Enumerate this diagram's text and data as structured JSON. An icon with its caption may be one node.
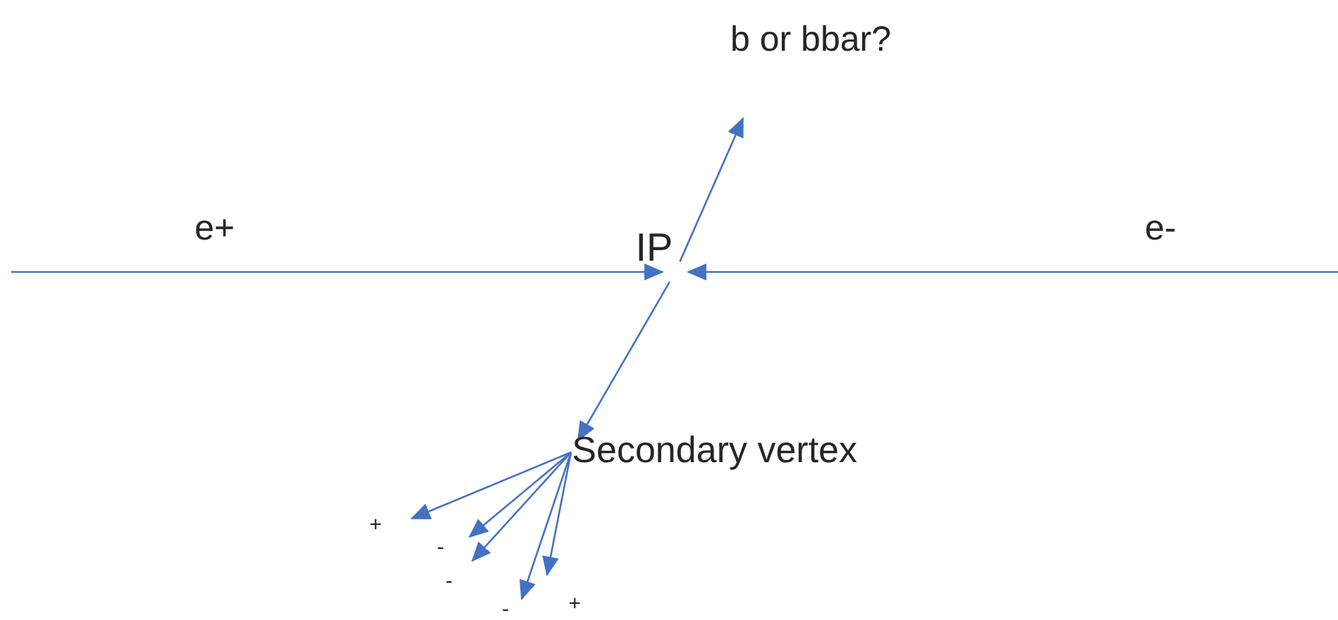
{
  "diagram": {
    "nodes": [
      {
        "text": [
          "b or bbar?"
        ]
      },
      {
        "text": [
          "IP"
        ]
      },
      {
        "text": [
          "Secondary vertex"
        ]
      },
      {
        "text": [
          "+"
        ]
      },
      {
        "text": [
          "-"
        ]
      },
      {
        "text": [
          "-"
        ]
      },
      {
        "text": [
          "+"
        ]
      },
      {
        "text": [
          "-"
        ]
      }
    ],
    "edges": [
      {
        "from": null,
        "to": 1,
        "arrow": "to"
      },
      {
        "from": null,
        "to": 1,
        "arrow": "to"
      },
      {
        "from": 1,
        "to": 0,
        "arrow": "to"
      },
      {
        "from": 1,
        "to": 2,
        "arrow": "to"
      },
      {
        "from": 2,
        "to": 3,
        "arrow": "to"
      },
      {
        "from": 2,
        "to": 4,
        "arrow": "to"
      },
      {
        "from": 2,
        "to": 5,
        "arrow": "to"
      },
      {
        "from": 2,
        "to": 6,
        "arrow": "to"
      },
      {
        "from": 2,
        "to": 7,
        "arrow": "to"
      }
    ],
    "labels": [
      "e+",
      "e-"
    ]
  }
}
